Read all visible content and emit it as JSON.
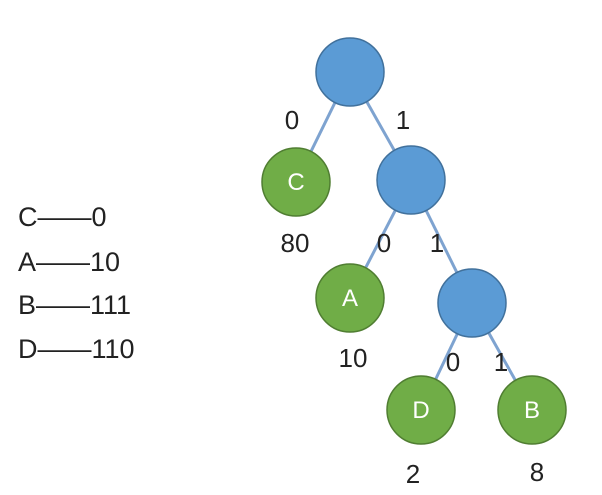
{
  "code_table": [
    "C——0",
    "A——10",
    "B——111",
    "D——110"
  ],
  "edge_bits": {
    "root_left": "0",
    "root_right": "1",
    "n1_left": "0",
    "n1_right": "1",
    "n2_left": "0",
    "n2_right": "1"
  },
  "leaves": {
    "C": {
      "label": "C",
      "weight": "80"
    },
    "A": {
      "label": "A",
      "weight": "10"
    },
    "D": {
      "label": "D",
      "weight": "2"
    },
    "B": {
      "label": "B",
      "weight": "8"
    }
  },
  "colors": {
    "internal_node": "#5b9bd5",
    "leaf_node": "#70ad47",
    "edge": "#7ea3d0"
  }
}
